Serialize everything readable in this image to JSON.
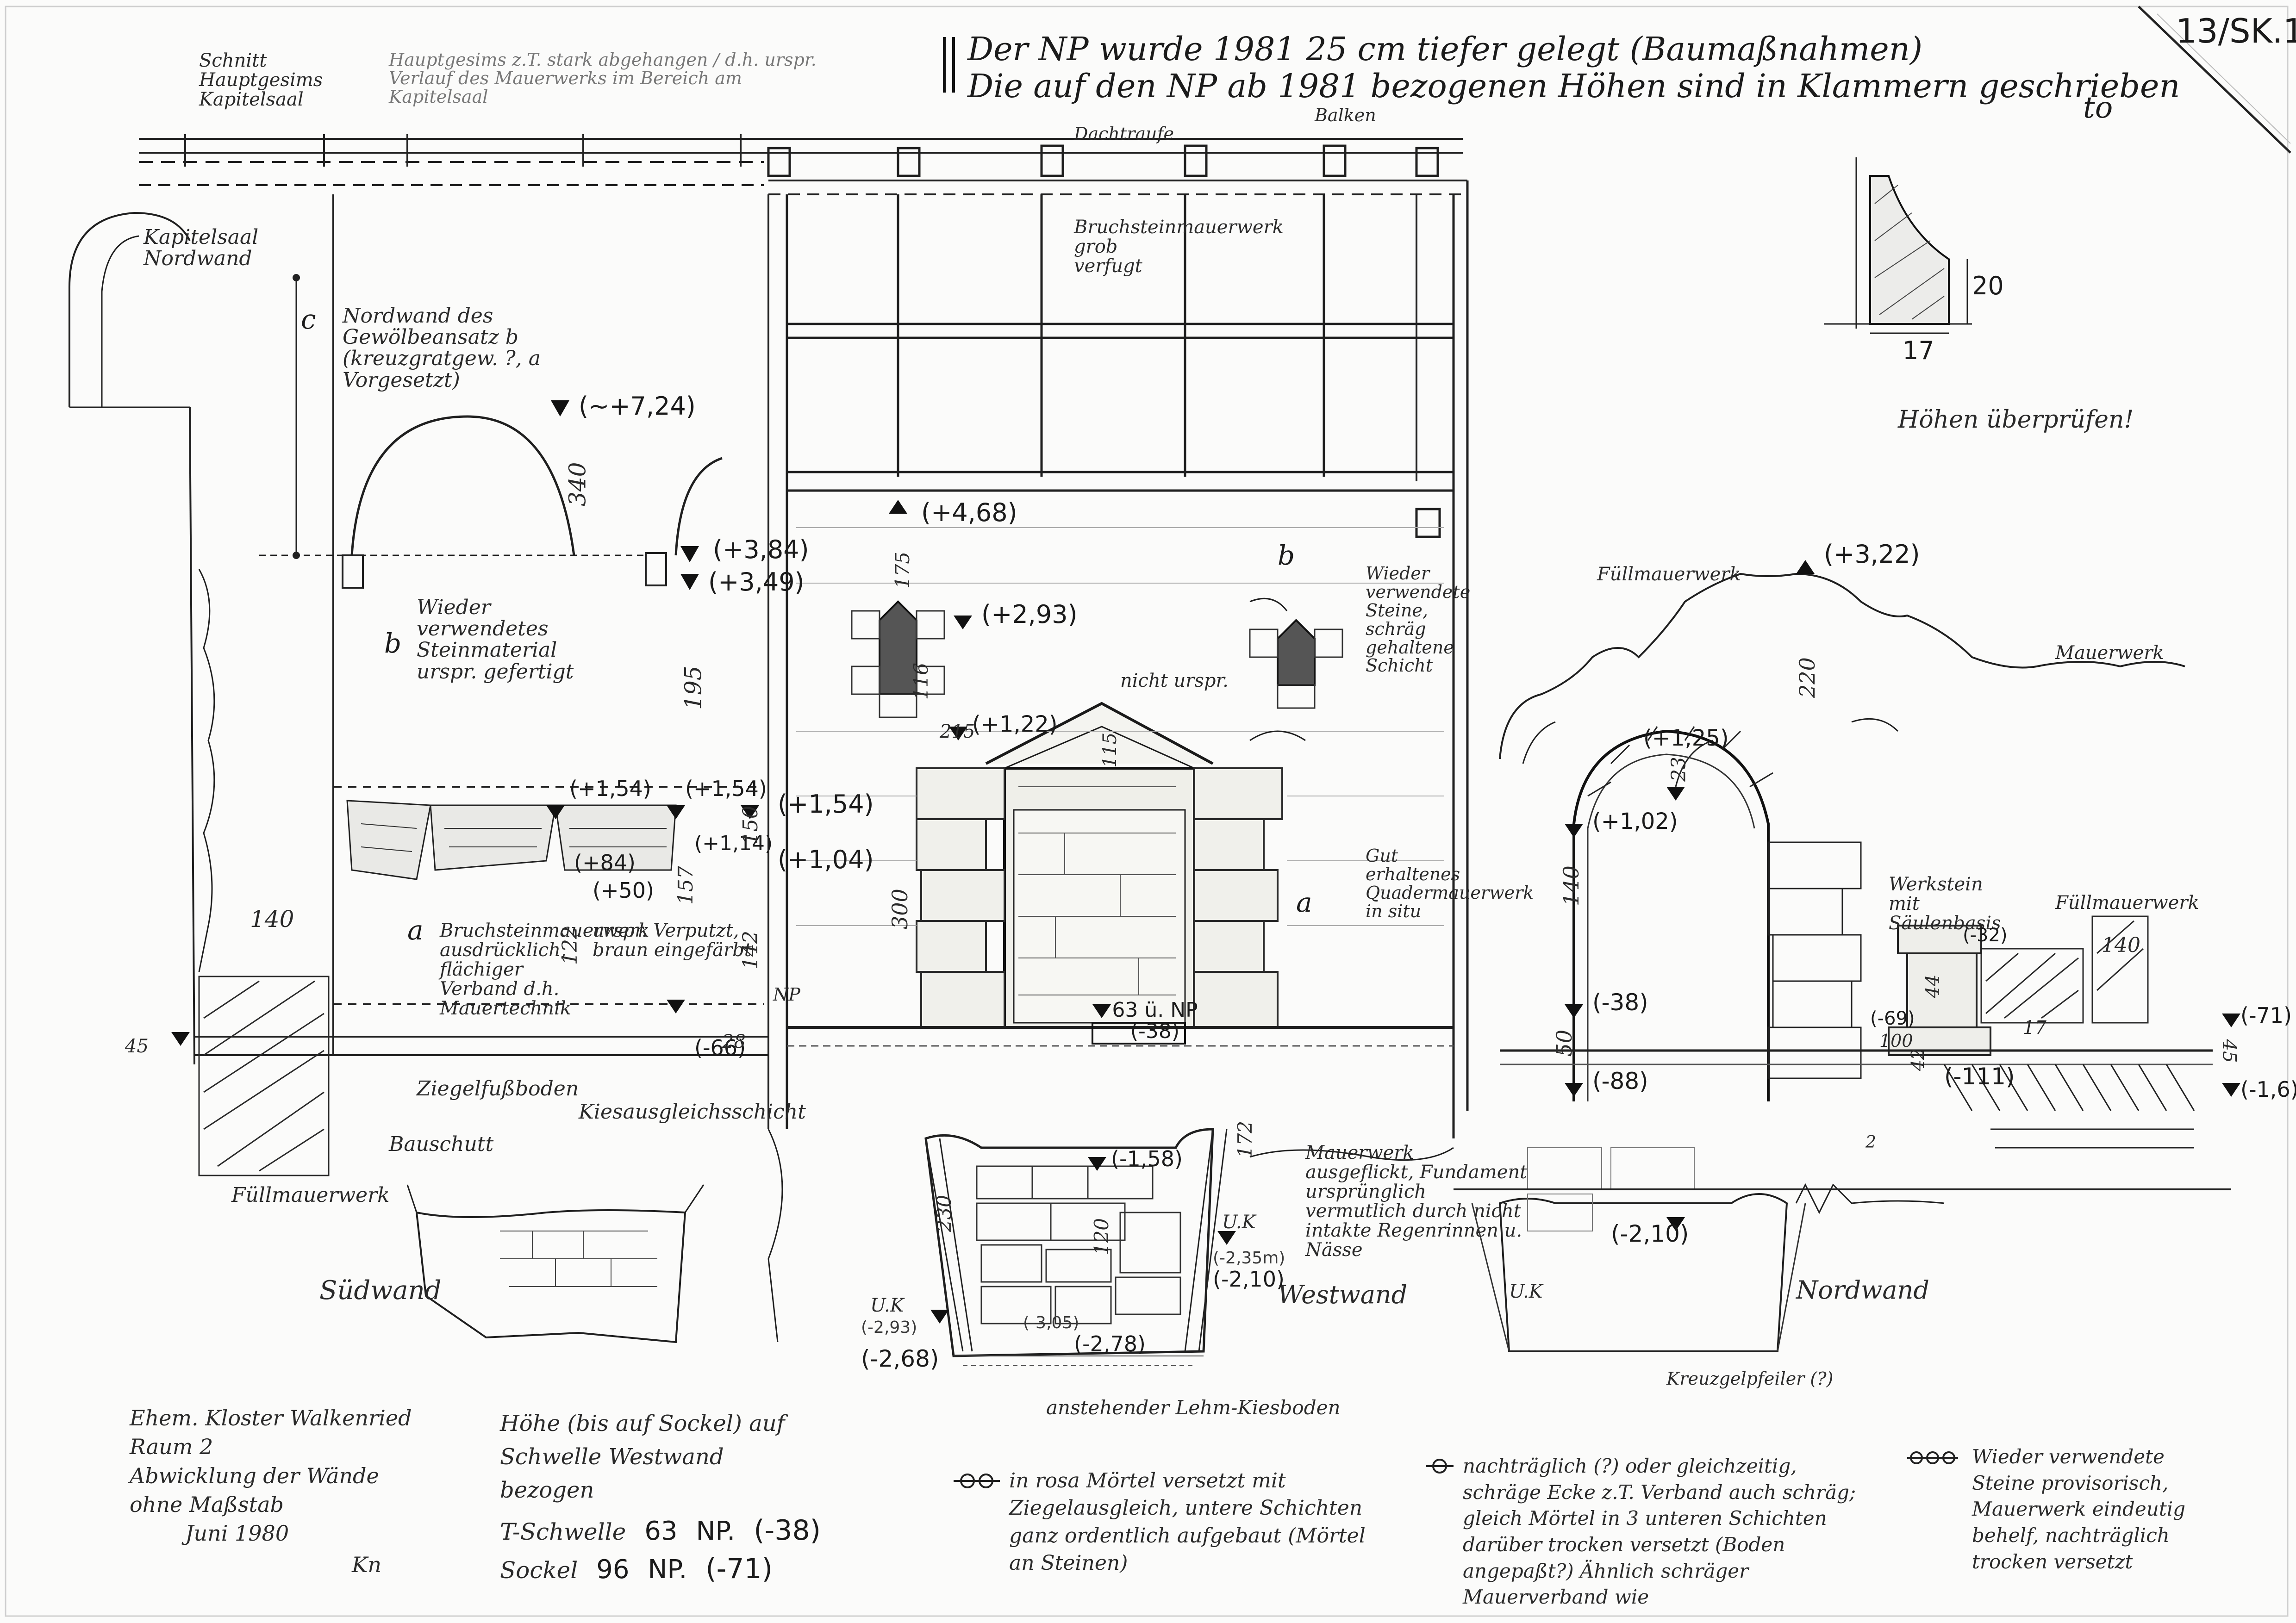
{
  "header": {
    "line1": "Der NP wurde 1981 25 cm tiefer gelegt (Baumaßnahmen)",
    "line2": "Die auf den NP ab 1981 bezogenen Höhen sind in Klammern geschrieben",
    "initials": "to",
    "sheet_no": "13/SK.1"
  },
  "top_left": {
    "schnitt_label": "Schnitt Hauptgesims Kapitelsaal",
    "gesims_note": "Hauptgesims z.T. stark abgehangen / d.h. urspr. Verlauf des Mauerwerks im Bereich am Kapitelsaal"
  },
  "profile_detail": {
    "dim_w": "17",
    "dim_h": "20",
    "note": "Höhen überprüfen!"
  },
  "south_wall": {
    "title": "Südwand",
    "kapitelsaal": "Kapitelsaal Nordwand",
    "notes": [
      "Nordwand des Gewölbeansatz b (kreuzgratgew. ?, a Vorgesetzt)",
      "Wieder verwendetes Steinmaterial urspr. gefertigt",
      "Bruchsteinmauerwerk ausdrücklich, flächiger Verband d.h. Mauertechnik",
      "urspr. Verputzt, braun eingefärbt",
      "Ziegelfußboden",
      "Bauschutt",
      "Kiesausgleichsschicht",
      "Füllmauerwerk"
    ],
    "letters": [
      "c",
      "b",
      "a"
    ],
    "levels": [
      "(~+7,24)",
      "(+3,84)",
      "(+3,49)",
      "(+1,54)",
      "(+1,54)",
      "(+1,54)",
      "(+1,14)",
      "(+1,04)",
      "(+84)",
      "(+50)",
      "(-66)"
    ],
    "dims": [
      "340",
      "195",
      "140",
      "157",
      "122",
      "150",
      "142",
      "45",
      "28"
    ]
  },
  "west_wall": {
    "title": "Westwand",
    "labels": [
      "Dachtraufe",
      "Balken",
      "Bruchsteinmauerwerk grob verfugt",
      "nicht urspr.",
      "NP"
    ],
    "notes": [
      "Wieder verwendete Steine, schräg gehaltene Schicht",
      "Gut erhaltenes Quadermauerwerk in situ",
      "Mauerwerk ausgeflickt, Fundament ursprünglich vermutlich durch nicht intakte Regenrinnen u. Nässe",
      "anstehender Lehm-Kiesboden"
    ],
    "letters": [
      "b",
      "a"
    ],
    "levels": [
      "(+4,68)",
      "(+2,93)",
      "(+1,22)",
      "63 ü. NP (-38)",
      "(-1,58)",
      "(-2,10)",
      "(-2,78)",
      "(-2,68)",
      "(-2,93)",
      "(-3,05)",
      "(-2,35m)"
    ],
    "dims": [
      "175",
      "116",
      "215",
      "300",
      "172",
      "230",
      "120",
      "115"
    ],
    "uk_labels": [
      "U.K",
      "U.K",
      "U.K"
    ]
  },
  "north_wall": {
    "title": "Nordwand",
    "notes": [
      "Füllmauerwerk",
      "Mauerwerk",
      "Werkstein mit Säulenbasis",
      "Füllmauerwerk",
      "Kreuzgelpfeiler (?)"
    ],
    "levels": [
      "(+3,22)",
      "(+1,25)",
      "(+1,02)",
      "(-38)",
      "(-88)",
      "(-32)",
      "(-69)",
      "(-111)",
      "(-71)",
      "(-1,6)",
      "(-2,10)"
    ],
    "dims": [
      "220",
      "23",
      "140",
      "50",
      "140",
      "44",
      "17",
      "100",
      "42",
      "45",
      "2"
    ]
  },
  "legend_left": {
    "lines": [
      "Ehem. Kloster Walkenried",
      "Raum 2",
      "Abwicklung der Wände",
      "ohne Maßstab",
      "Juni 1980",
      "Kn"
    ]
  },
  "legend_heights": {
    "title": "Höhe (bis auf Sockel) auf Schwelle Westwand bezogen",
    "row1_label": "T-Schwelle",
    "row1_val": "63",
    "row1_unit": "NP.",
    "row1_paren": "(-38)",
    "row2_label": "Sockel",
    "row2_val": "96",
    "row2_unit": "NP.",
    "row2_paren": "(-71)"
  },
  "legend_symbols": {
    "sym1": "in rosa Mörtel versetzt mit Ziegelausgleich, untere Schichten ganz ordentlich aufgebaut (Mörtel an Steinen)",
    "sym2": "nachträglich (?) oder gleichzeitig, schräge Ecke z.T. Verband auch schräg; gleich Mörtel in 3 unteren Schichten darüber trocken versetzt (Boden angepaßt?) Ähnlich schräger Mauerverband wie",
    "sym3": "Wieder verwendete Steine provisorisch, Mauerwerk eindeutig behelf, nachträglich trocken versetzt"
  }
}
